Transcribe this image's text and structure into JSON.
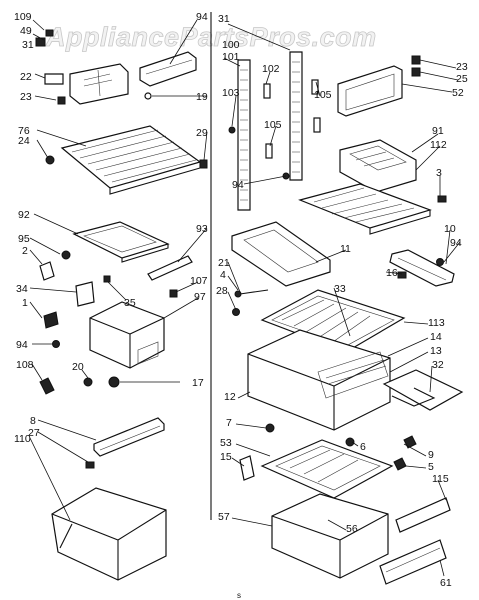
{
  "watermark": "AppliancePartsPros.com",
  "footer_mark": "s",
  "callouts": {
    "left": [
      "109",
      "49",
      "31",
      "94",
      "22",
      "23",
      "19",
      "76",
      "24",
      "29",
      "92",
      "95",
      "2",
      "93",
      "34",
      "1",
      "35",
      "107",
      "97",
      "94",
      "108",
      "20",
      "17",
      "8",
      "27",
      "110"
    ],
    "right": [
      "31",
      "100",
      "101",
      "102",
      "103",
      "105",
      "105",
      "94",
      "23",
      "25",
      "52",
      "91",
      "112",
      "3",
      "10",
      "94",
      "11",
      "16",
      "21",
      "4",
      "28",
      "33",
      "113",
      "14",
      "13",
      "12",
      "32",
      "7",
      "6",
      "53",
      "15",
      "9",
      "5",
      "115",
      "57",
      "56",
      "61"
    ]
  }
}
